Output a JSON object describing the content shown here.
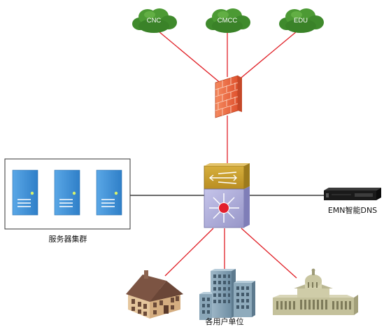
{
  "clouds": [
    {
      "id": "cnc",
      "label": "CNC"
    },
    {
      "id": "cmcc",
      "label": "CMCC"
    },
    {
      "id": "edu",
      "label": "EDU"
    }
  ],
  "server_cluster": {
    "label": "服务器集群",
    "server_count": 3
  },
  "dns_device": {
    "label": "EMN智能DNS"
  },
  "user_units": {
    "label": "各用户单位"
  },
  "colors": {
    "link_red": "#e01e25",
    "link_black": "#111111",
    "cloud_green": "#3f8a2c",
    "server_blue": "#3b8fd6",
    "firewall": "#e8623e",
    "switch_top": "#c49a2c",
    "switch_bottom": "#a9a8d6",
    "switch_core": "#e2202d"
  },
  "icons": {
    "cloud": "cloud-icon",
    "firewall": "firewall-icon",
    "switch": "layer3-switch-icon",
    "server": "server-icon",
    "dns": "rack-appliance-icon",
    "house": "house-icon",
    "office": "office-building-icon",
    "government": "capitol-building-icon"
  }
}
